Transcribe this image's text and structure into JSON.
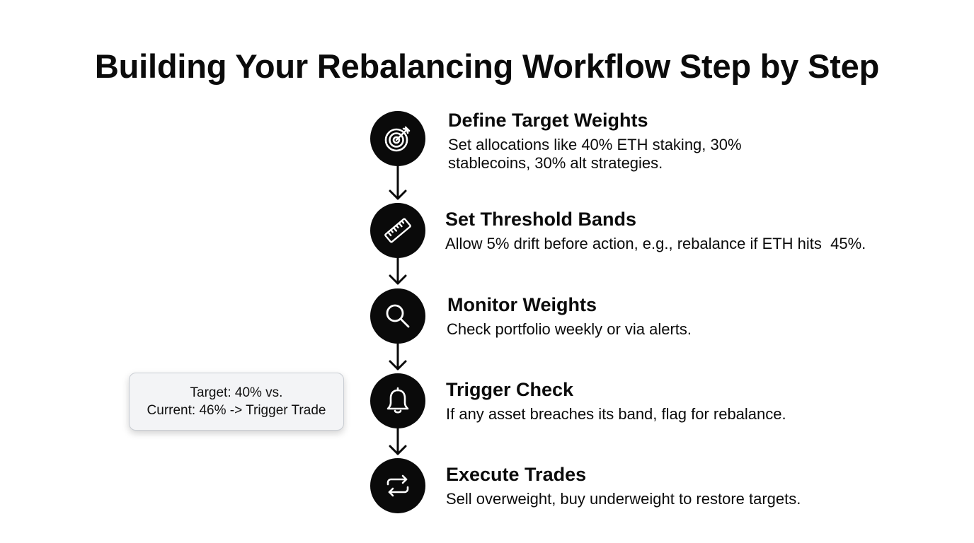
{
  "title": "Building Your Rebalancing Workflow Step by Step",
  "colors": {
    "icon_background": "#0a0a0a",
    "icon_stroke": "#ffffff",
    "connector": "#0b0b0b",
    "callout_background": "#f3f4f6",
    "callout_border": "#c9cdd3"
  },
  "steps": [
    {
      "icon": "target-icon",
      "title": "Define Target Weights",
      "description_lines": [
        "Set allocations like 40% ETH staking, 30%",
        "stablecoins, 30% alt strategies."
      ]
    },
    {
      "icon": "ruler-icon",
      "title": "Set Threshold Bands",
      "description_lines": [
        "Allow 5% drift before action, e.g., rebalance if ETH hits  45%."
      ]
    },
    {
      "icon": "magnifier-icon",
      "title": "Monitor Weights",
      "description_lines": [
        "Check portfolio weekly or via alerts."
      ]
    },
    {
      "icon": "bell-icon",
      "title": "Trigger Check",
      "description_lines": [
        "If any asset breaches its band, flag for rebalance."
      ]
    },
    {
      "icon": "swap-arrows-icon",
      "title": "Execute Trades",
      "description_lines": [
        "Sell overweight, buy underweight to restore targets."
      ]
    }
  ],
  "callout": {
    "lines": [
      "Target: 40% vs.",
      "Current: 46% -> Trigger Trade"
    ]
  }
}
